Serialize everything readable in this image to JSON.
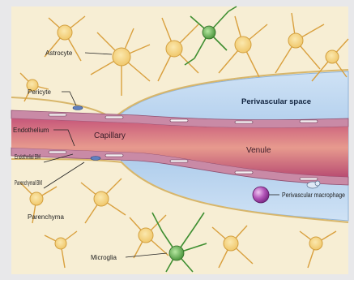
{
  "labels": {
    "astrocyte": "Astrocyte",
    "pericyte": "Pericyte",
    "perivascular_space": "Perivascular space",
    "endothelium": "Endothelium",
    "capillary": "Capillary",
    "venule": "Venule",
    "endothelial_bm": "Endothelial BM",
    "parenchymal_bm": "Parenchymal BM",
    "perivascular_macrophage": "Perivascular macrophage",
    "parenchyma": "Parenchyma",
    "microglia": "Microglia"
  },
  "colors": {
    "frame": "#e8e8ea",
    "parenchyma": "#f6edd0",
    "astrocyte_fill": "#f3d37e",
    "astrocyte_stroke": "#d6a53c",
    "perivascular_space": "#b7d3ef",
    "vessel_wall": "#b06a8c",
    "lumen": "#e08f8c",
    "basement_membrane": "#7a5a8a",
    "microglia": "#4f9a3c",
    "macrophage": "#9b3da0"
  },
  "icons": [
    "astrocyte-cell-icon",
    "microglia-cell-icon",
    "macrophage-cell-icon",
    "pericyte-cell-icon"
  ]
}
